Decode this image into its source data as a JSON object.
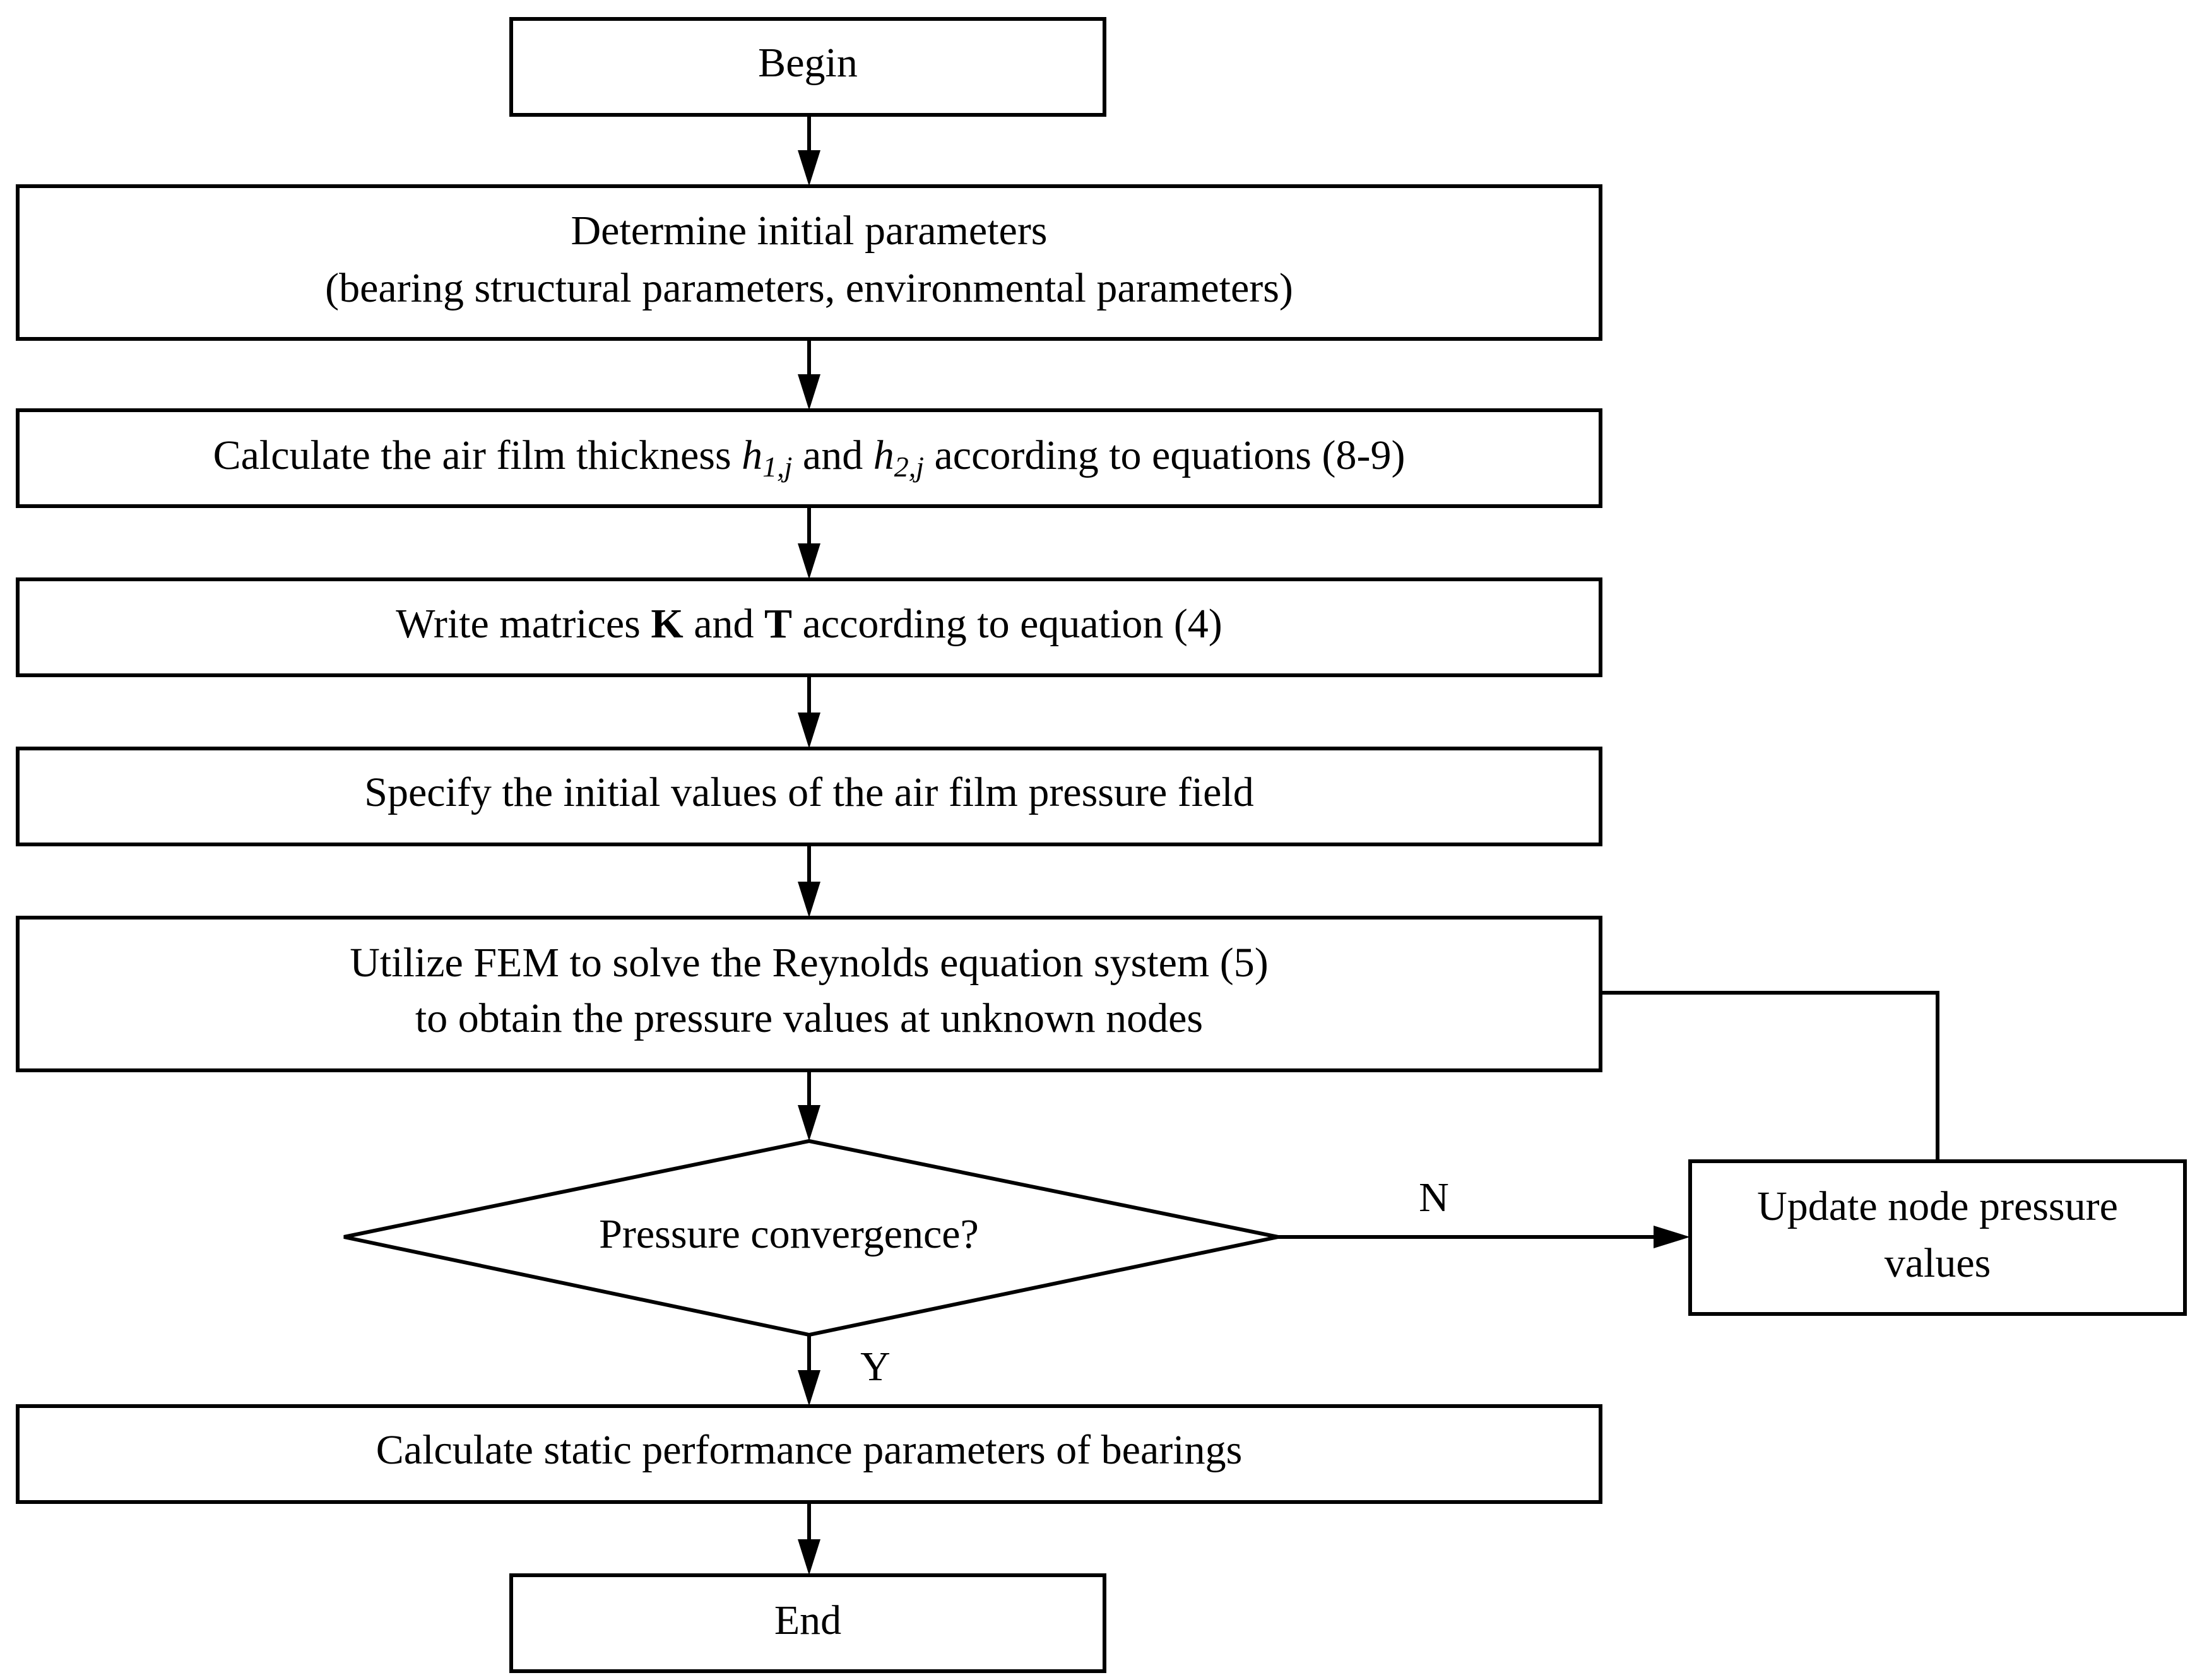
{
  "nodes": {
    "begin": {
      "text": "Begin"
    },
    "init_params": {
      "line1": "Determine initial parameters",
      "line2": "(bearing structural parameters, environmental parameters)"
    },
    "film_thickness": {
      "pre": "Calculate the air film thickness ",
      "h1_base": "h",
      "h1_sub": "1,j",
      "mid": " and ",
      "h2_base": "h",
      "h2_sub": "2,j",
      "post": " according to equations (8-9)"
    },
    "matrices": {
      "pre": "Write matrices ",
      "k": "K",
      "mid": " and ",
      "t": "T",
      "post": " according to equation (4)"
    },
    "initial_pressure": {
      "text": "Specify the initial values of the air film pressure field"
    },
    "fem_solve": {
      "line1": "Utilize FEM to solve the Reynolds equation system (5)",
      "line2": "to obtain the pressure values at unknown nodes"
    },
    "convergence": {
      "text": "Pressure convergence?"
    },
    "update": {
      "line1": "Update node pressure",
      "line2": "values"
    },
    "static_perf": {
      "text": "Calculate static performance parameters of bearings"
    },
    "end": {
      "text": "End"
    }
  },
  "edge_labels": {
    "no": "N",
    "yes": "Y"
  },
  "colors": {
    "stroke": "#000000",
    "fill": "#ffffff",
    "text": "#000000"
  }
}
